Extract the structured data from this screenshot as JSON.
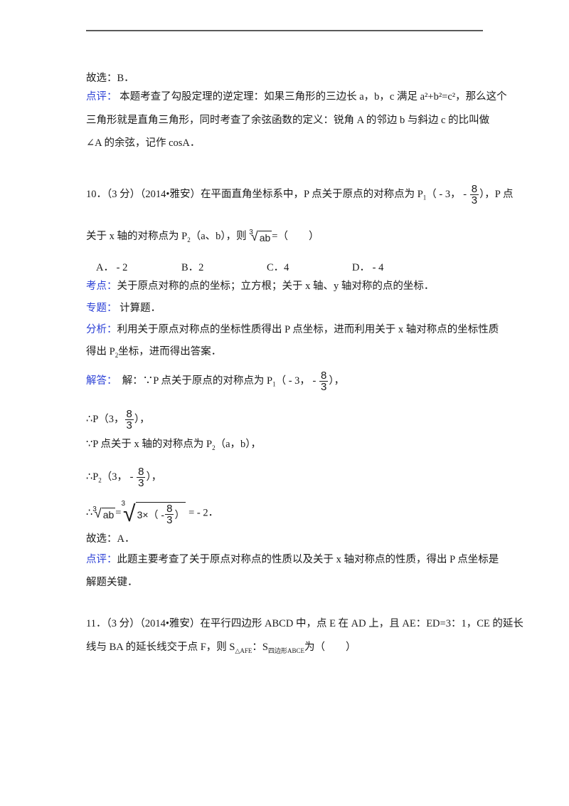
{
  "header_rule": true,
  "q9_tail": {
    "answer": "故选：B．",
    "comment_label": "点评：",
    "comment_lines": [
      "本题考查了勾股定理的逆定理：如果三角形的三边长 a，b，c 满足 a²+b²=c²，那么这个",
      "三角形就是直角三角形，同时考查了余弦函数的定义：锐角 A 的邻边 b 与斜边 c 的比叫做",
      "∠A 的余弦，记作 cosA．"
    ]
  },
  "q10": {
    "stem_line1_prefix": "10．（3 分）（2014•雅安）在平面直角坐标系中，P 点关于原点的对称点为 P",
    "stem_line1_sub": "1",
    "stem_line1_coords": "（ - 3， -",
    "frac_num": "8",
    "frac_den": "3",
    "stem_line1_suffix": "），P 点",
    "stem_line2_prefix": "关于 x 轴的对称点为 P",
    "stem_line2_sub": "2",
    "stem_line2_mid": "（a、b），则",
    "root_index": "3",
    "root_radicand": "ab",
    "stem_line2_suffix": "=（　　）",
    "options": [
      {
        "letter": "A．",
        "value": " - 2"
      },
      {
        "letter": "B．",
        "value": "2"
      },
      {
        "letter": "C．",
        "value": "4"
      },
      {
        "letter": "D．",
        "value": " - 4"
      }
    ],
    "kaodian_label": "考点：",
    "kaodian": "关于原点对称的点的坐标；立方根；关于 x 轴、y 轴对称的点的坐标．",
    "zhuanti_label": "专题：",
    "zhuanti": "计算题．",
    "fenxi_label": "分析：",
    "fenxi_line1": "利用关于原点对称点的坐标性质得出 P 点坐标，进而利用关于 x 轴对称点的坐标性质",
    "fenxi_line2_prefix": "得出 P",
    "fenxi_line2_sub": "2",
    "fenxi_line2_suffix": "坐标，进而得出答案．",
    "jieda_label": "解答：",
    "sol_line1_prefix": "解：∵P 点关于原点的对称点为 P",
    "sol_line1_sub": "1",
    "sol_line1_coords": "（ - 3， -",
    "sol_line1_suffix": "），",
    "sol_line2_prefix": "∴P（3，",
    "sol_line2_suffix": "），",
    "sol_line3_prefix": "∵P 点关于 x 轴的对称点为 P",
    "sol_line3_sub": "2",
    "sol_line3_suffix": "（a，b），",
    "sol_line4_prefix": "∴P",
    "sol_line4_sub": "2",
    "sol_line4_coords": "（3， -",
    "sol_line4_suffix": "），",
    "sol_line5_prefix": "∴",
    "sol_line5_eq": "=",
    "sol_line5_radicand_prefix": "3×（ -",
    "sol_line5_radicand_suffix": "）",
    "sol_line5_result": " = - 2．",
    "answer": "故选：A．",
    "comment_label": "点评：",
    "comment_line1": "此题主要考查了关于原点对称点的性质以及关于 x 轴对称点的性质，得出 P 点坐标是",
    "comment_line2": "解题关键．"
  },
  "q11": {
    "line1": "11．（3 分）（2014•雅安）在平行四边形 ABCD 中，点 E 在 AD 上，且 AE：ED=3：1，CE 的延长",
    "line2_prefix": "线与 BA 的延长线交于点 F，则 S",
    "line2_sub1": "△AFE",
    "line2_mid": "：S",
    "line2_sub2": "四边形ABCE",
    "line2_suffix": "为（　　）"
  },
  "colors": {
    "label_blue": "#2a3fd6",
    "text": "#1a1a1a",
    "rule": "#5a5a5a"
  }
}
